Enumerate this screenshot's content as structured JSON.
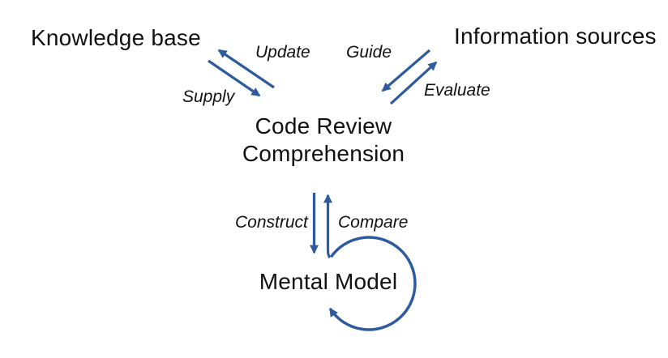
{
  "diagram": {
    "nodes": {
      "knowledge_base": {
        "label": "Knowledge base"
      },
      "information_sources": {
        "label": "Information sources"
      },
      "code_review_comprehension": {
        "label_line1": "Code Review",
        "label_line2": "Comprehension"
      },
      "mental_model": {
        "label": "Mental Model"
      }
    },
    "edges": [
      {
        "id": "update",
        "label": "Update",
        "from": "Code Review Comprehension",
        "to": "Knowledge base"
      },
      {
        "id": "supply",
        "label": "Supply",
        "from": "Knowledge base",
        "to": "Code Review Comprehension"
      },
      {
        "id": "guide",
        "label": "Guide",
        "from": "Information sources",
        "to": "Code Review Comprehension"
      },
      {
        "id": "evaluate",
        "label": "Evaluate",
        "from": "Code Review Comprehension",
        "to": "Information sources"
      },
      {
        "id": "construct",
        "label": "Construct",
        "from": "Code Review Comprehension",
        "to": "Mental Model"
      },
      {
        "id": "compare",
        "label": "Compare",
        "from": "Mental Model",
        "to": "Code Review Comprehension"
      },
      {
        "id": "mental-model-self-loop",
        "label": "",
        "from": "Mental Model",
        "to": "Mental Model"
      }
    ],
    "colors": {
      "arrow": "#2e5b9e",
      "text": "#111111",
      "background": "#ffffff"
    }
  }
}
